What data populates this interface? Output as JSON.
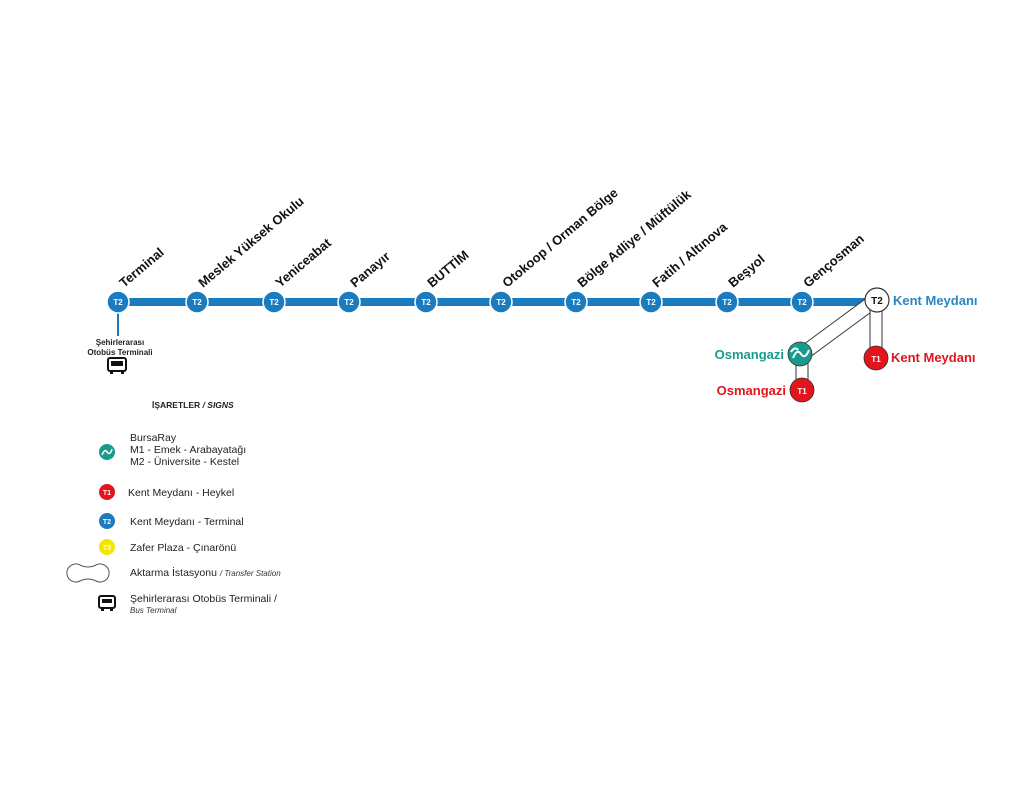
{
  "colors": {
    "t2": "#1b7bbf",
    "t1": "#e3141b",
    "bursaray": "#1a9a8c",
    "t3": "#f2e500",
    "kent_meydani_t2_label": "#2a86c2"
  },
  "line": {
    "badge": "T2",
    "stations": [
      "Terminal",
      "Meslek Yüksek Okulu",
      "Yeniceabat",
      "Panayır",
      "BUTTİM",
      "Otokoop / Orman Bölge",
      "Bölge Adliye / Müftülük",
      "Fatih / Altınova",
      "Beşyol",
      "Gençosman"
    ]
  },
  "terminal_note": {
    "line1": "Şehirlerarası",
    "line2": "Otobüs Terminali",
    "icon": "bus-icon"
  },
  "transfer": {
    "kent_meydani_t2": {
      "badge": "T2",
      "label": "Kent Meydanı"
    },
    "kent_meydani_t1": {
      "badge": "T1",
      "label": "Kent Meydanı"
    },
    "osmangazi_bursaray": {
      "label": "Osmangazi",
      "icon": "bursaray-icon"
    },
    "osmangazi_t1": {
      "badge": "T1",
      "label": "Osmangazi"
    }
  },
  "legend": {
    "title": "İŞARETLER",
    "title_en": "/ SIGNS",
    "bursaray": {
      "l1": "BursaRay",
      "l2": "M1 - Emek - Arabayatağı",
      "l3": "M2 - Üniversite - Kestel"
    },
    "t1": {
      "badge": "T1",
      "label": "Kent Meydanı - Heykel"
    },
    "t2": {
      "badge": "T2",
      "label": "Kent Meydanı - Terminal"
    },
    "t3": {
      "badge": "T3",
      "label": "Zafer Plaza - Çınarönü"
    },
    "transfer": {
      "label": "Aktarma İstasyonu",
      "label_en": "/ Transfer Station"
    },
    "bus": {
      "label": "Şehirlerarası Otobüs Terminali /",
      "label_en": "Bus Terminal"
    }
  }
}
